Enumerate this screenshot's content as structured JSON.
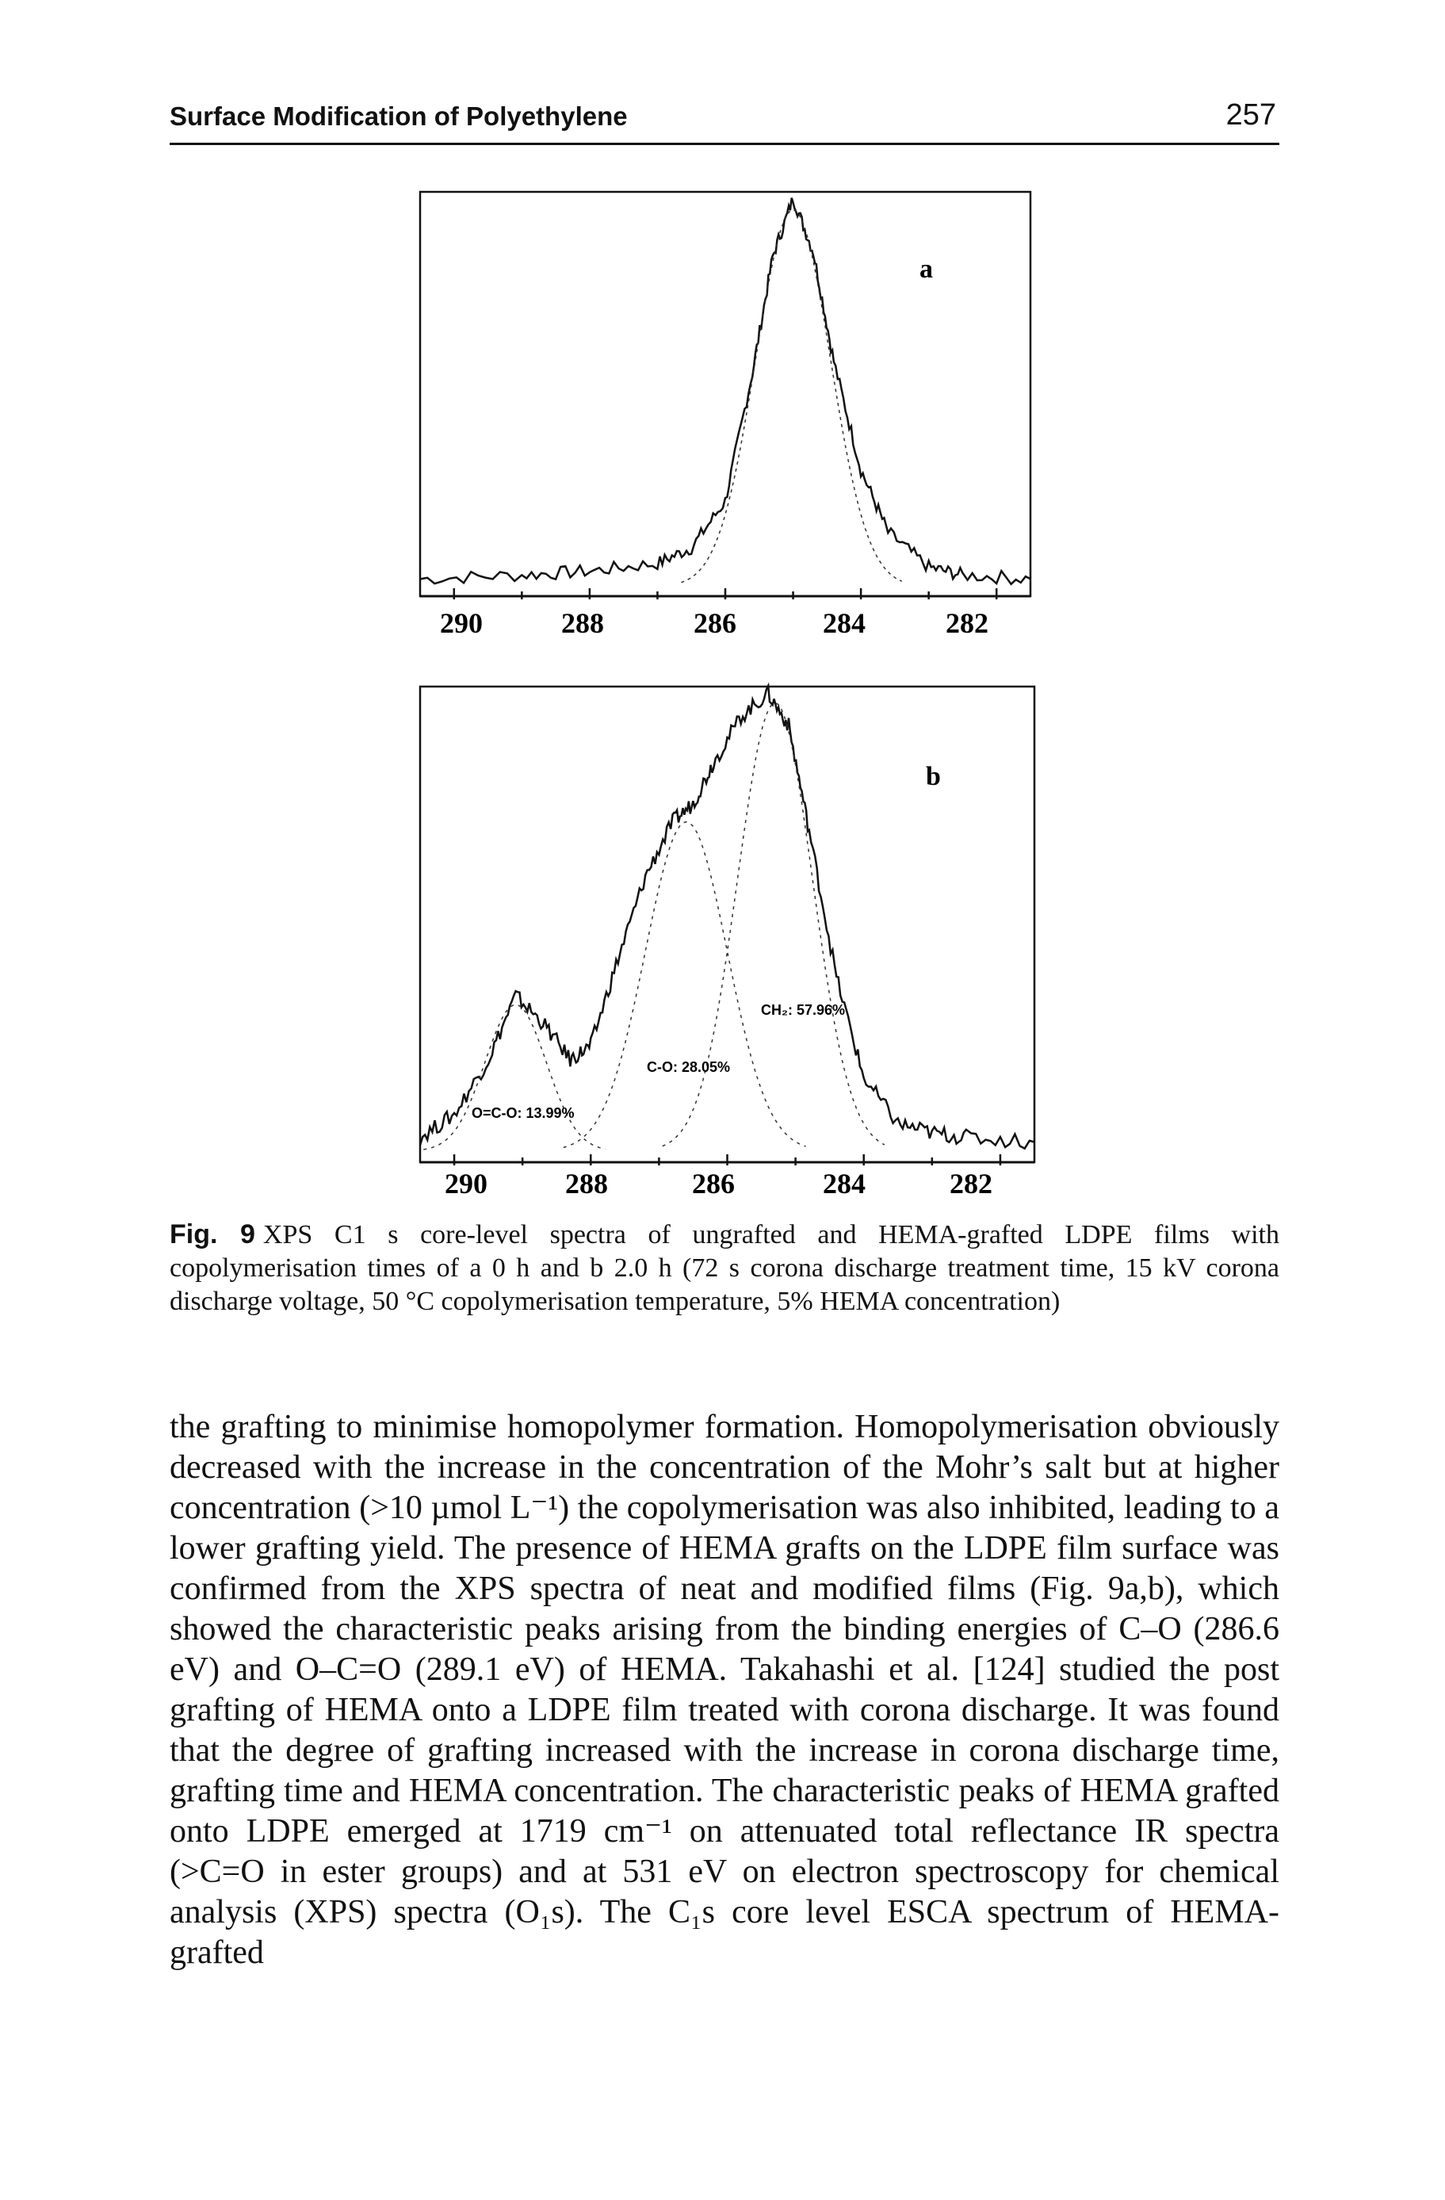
{
  "header": {
    "running_title": "Surface Modification of Polyethylene",
    "page_number": "257"
  },
  "figure": {
    "caption_label": "Fig. 9",
    "caption_text": "XPS C1 s core-level spectra of ungrafted and HEMA-grafted LDPE films with copolymerisation times of a 0 h and b 2.0 h (72 s corona discharge treatment time, 15 kV corona discharge voltage, 50 °C copolymerisation temperature, 5% HEMA concentration)",
    "panels": [
      {
        "label": "a",
        "ticks": [
          "290",
          "288",
          "286",
          "284",
          "282"
        ]
      },
      {
        "label": "b",
        "ticks": [
          "290",
          "288",
          "286",
          "284",
          "282"
        ],
        "annotations": [
          "CH₂: 57.96%",
          "C-O: 28.05%",
          "O=C-O: 13.99%"
        ]
      }
    ]
  },
  "chart_data": [
    {
      "type": "line",
      "title": "a",
      "xlabel": "",
      "ylabel": "",
      "x_ticks": [
        290,
        288,
        286,
        284,
        282
      ],
      "x_reversed": true,
      "xlim": [
        290.5,
        281.5
      ],
      "series": [
        {
          "x": [
            290.5,
            289.0,
            288.0,
            287.0,
            286.5,
            286.0,
            285.6,
            285.3,
            285.0,
            284.7,
            284.4,
            284.0,
            283.6,
            283.0,
            282.5,
            281.5
          ],
          "y": [
            0.02,
            0.03,
            0.04,
            0.06,
            0.1,
            0.22,
            0.55,
            0.85,
            1.0,
            0.86,
            0.58,
            0.3,
            0.14,
            0.05,
            0.03,
            0.02
          ]
        }
      ]
    },
    {
      "type": "line",
      "title": "b",
      "xlabel": "",
      "ylabel": "",
      "x_ticks": [
        290,
        288,
        286,
        284,
        282
      ],
      "x_reversed": true,
      "xlim": [
        290.5,
        281.5
      ],
      "series": [
        {
          "x": [
            290.5,
            290.0,
            289.5,
            289.1,
            288.7,
            288.3,
            288.0,
            287.6,
            287.2,
            286.8,
            286.5,
            286.2,
            285.8,
            285.4,
            285.1,
            284.8,
            284.4,
            284.0,
            283.5,
            283.0,
            282.5,
            281.5
          ],
          "y": [
            0.03,
            0.08,
            0.2,
            0.34,
            0.28,
            0.2,
            0.23,
            0.42,
            0.6,
            0.72,
            0.76,
            0.85,
            0.95,
            1.0,
            0.93,
            0.7,
            0.38,
            0.16,
            0.06,
            0.04,
            0.03,
            0.02
          ]
        }
      ]
    }
  ],
  "body": {
    "paragraph": "the grafting to minimise homopolymer formation. Homopolymerisation obviously decreased with the increase in the concentration of the Mohr’s salt but at higher concentration (>10 µmol L⁻¹) the copolymerisation was also inhibited, leading to a lower grafting yield. The presence of HEMA grafts on the LDPE film surface was confirmed from the XPS spectra of neat and modified films (Fig. 9a,b), which showed the characteristic peaks arising from the binding energies of C–O (286.6 eV) and O–C=O (289.1 eV) of HEMA. Takahashi et al. [124] studied the post grafting of HEMA onto a LDPE film treated with corona discharge. It was found that the degree of grafting increased with the increase in corona discharge time, grafting time and HEMA concentration. The characteristic peaks of HEMA grafted onto LDPE emerged at 1719 cm⁻¹ on attenuated total reflectance IR spectra (>C=O in ester groups) and at 531 eV on electron spectroscopy for chemical analysis (XPS) spectra (O₁s). The C₁s core level ESCA spectrum of HEMA-grafted"
  }
}
